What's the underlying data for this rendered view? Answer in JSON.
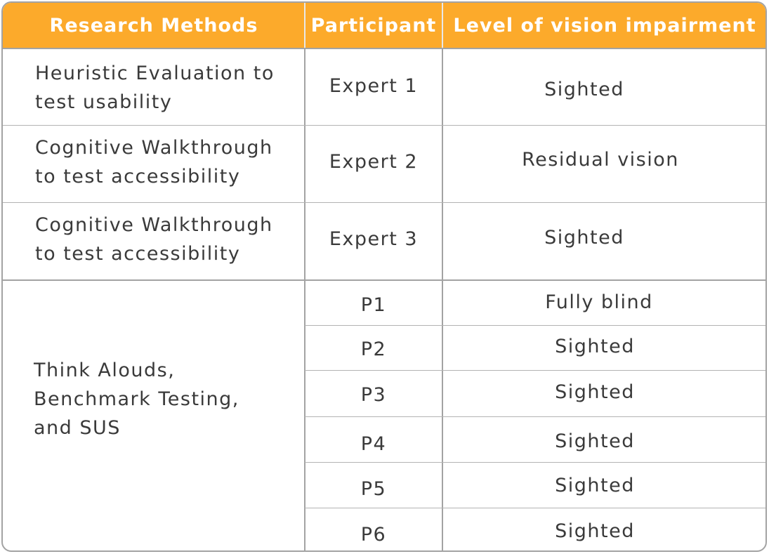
{
  "table": {
    "headers": {
      "research_methods": "Research Methods",
      "participant": "Participant",
      "vision": "Level of vision impairment"
    },
    "rows": [
      {
        "method": "Heuristic Evaluation to\ntest usability",
        "participant": "Expert 1",
        "vision": "Sighted"
      },
      {
        "method": "Cognitive Walkthrough\nto test accessibility",
        "participant": "Expert 2",
        "vision": "Residual vision"
      },
      {
        "method": "Cognitive Walkthrough\nto test accessibility",
        "participant": "Expert 3",
        "vision": "Sighted"
      }
    ],
    "group": {
      "method": "Think Alouds,\nBenchmark Testing,\nand SUS",
      "participants": [
        {
          "participant": "P1",
          "vision": "Fully blind"
        },
        {
          "participant": "P2",
          "vision": "Sighted"
        },
        {
          "participant": "P3",
          "vision": "Sighted"
        },
        {
          "participant": "P4",
          "vision": "Sighted"
        },
        {
          "participant": "P5",
          "vision": "Sighted"
        },
        {
          "participant": "P6",
          "vision": "Sighted"
        }
      ]
    }
  }
}
